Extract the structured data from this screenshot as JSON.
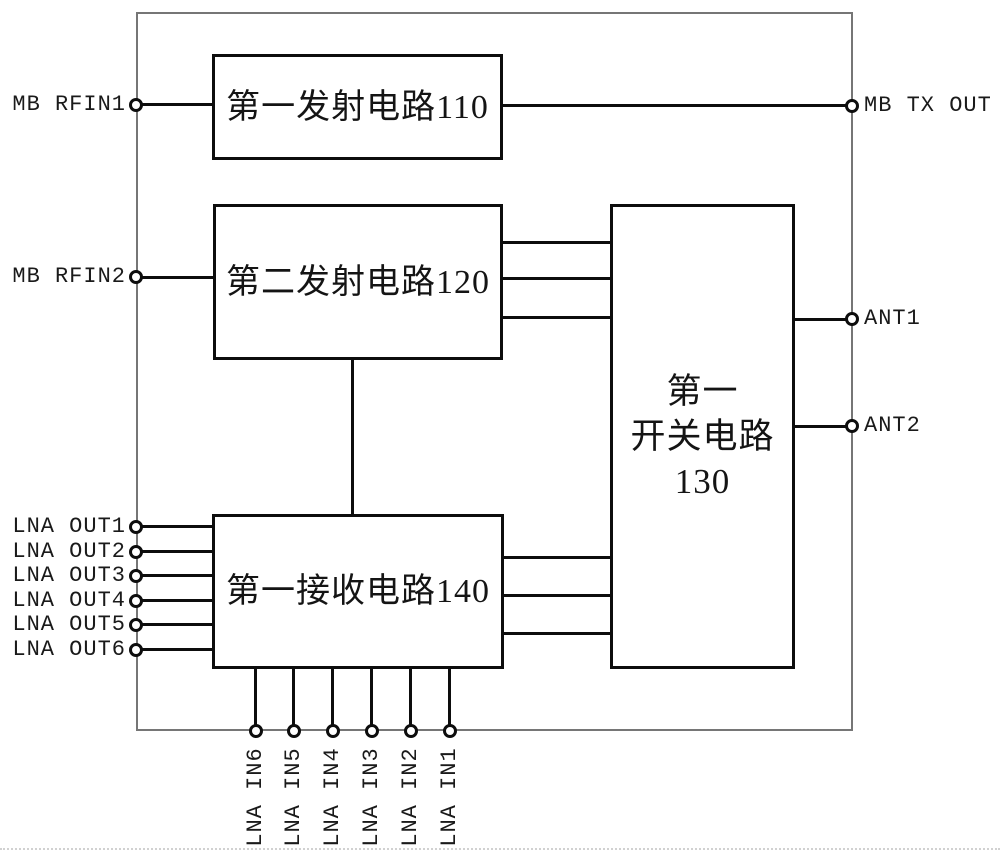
{
  "figure": {
    "type": "circuit-block-diagram",
    "blocks": {
      "tx1": {
        "label": "第一发射电路110"
      },
      "tx2": {
        "label": "第二发射电路120"
      },
      "switch": {
        "line1": "第一",
        "line2": "开关电路",
        "line3": "130"
      },
      "rx": {
        "label": "第一接收电路140"
      }
    },
    "ports": {
      "mb_rfin1": "MB RFIN1",
      "mb_rfin2": "MB RFIN2",
      "mb_tx_out": "MB TX OUT",
      "ant1": "ANT1",
      "ant2": "ANT2",
      "lna_out": [
        "LNA OUT1",
        "LNA OUT2",
        "LNA OUT3",
        "LNA OUT4",
        "LNA OUT5",
        "LNA OUT6"
      ],
      "lna_in": [
        "LNA IN6",
        "LNA IN5",
        "LNA IN4",
        "LNA IN3",
        "LNA IN2",
        "LNA IN1"
      ]
    },
    "colors": {
      "line": "#0d0d0d",
      "outer_border": "#767676",
      "background": "#ffffff",
      "text": "#141414"
    }
  }
}
